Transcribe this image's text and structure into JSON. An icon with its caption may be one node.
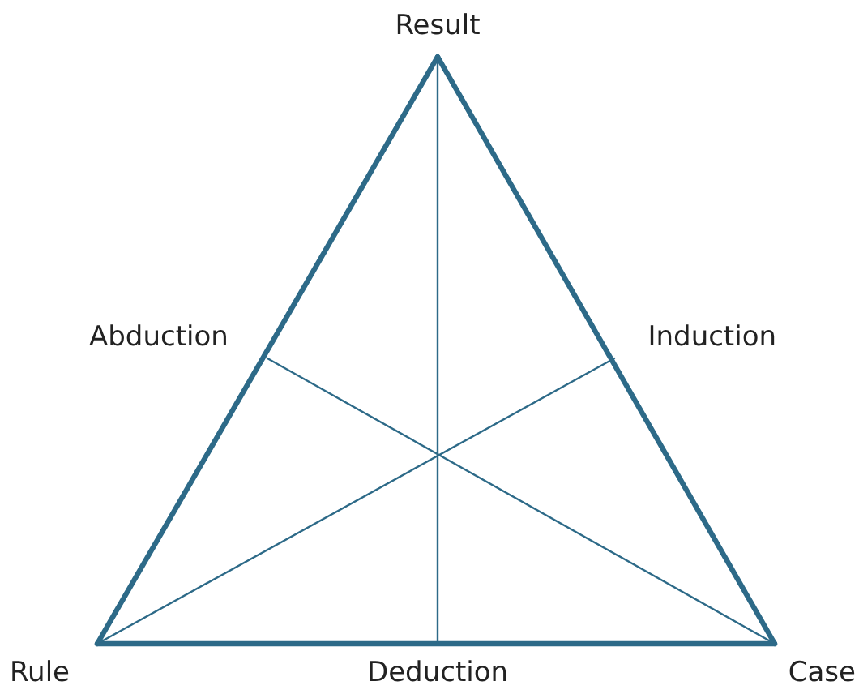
{
  "diagram": {
    "nodes": [
      {
        "text": [
          "Result"
        ]
      },
      {
        "text": [
          "Abduction"
        ]
      },
      {
        "text": [
          "Induction"
        ]
      },
      {
        "text": [
          "Rule"
        ]
      },
      {
        "text": [
          "Deduction"
        ]
      },
      {
        "text": [
          "Case"
        ]
      }
    ],
    "edges": [
      {
        "from": 0,
        "to": 3,
        "arrow": "none",
        "style": "thick"
      },
      {
        "from": 0,
        "to": 5,
        "arrow": "none",
        "style": "thick"
      },
      {
        "from": 3,
        "to": 5,
        "arrow": "none",
        "style": "thick"
      },
      {
        "from": 0,
        "to": 4,
        "arrow": "none"
      },
      {
        "from": 3,
        "to": 2,
        "arrow": "none"
      },
      {
        "from": 5,
        "to": 1,
        "arrow": "none"
      }
    ]
  }
}
